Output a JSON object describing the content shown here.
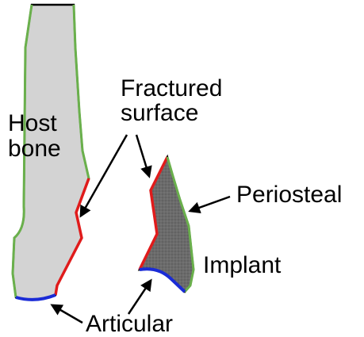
{
  "labels": {
    "host_bone": [
      "Host",
      "bone"
    ],
    "fractured_surface": [
      "Fractured",
      "surface"
    ],
    "periosteal": "Periosteal",
    "implant": "Implant",
    "articular": "Articular"
  },
  "colors": {
    "host_bone_fill": "#d3d3d3",
    "implant_fill": "#6b6b6b",
    "outline": "#000000",
    "periosteal_edge": "#6ab04c",
    "fractured_edge": "#e01b1b",
    "articular_edge": "#1a2bd6",
    "text": "#000000"
  }
}
